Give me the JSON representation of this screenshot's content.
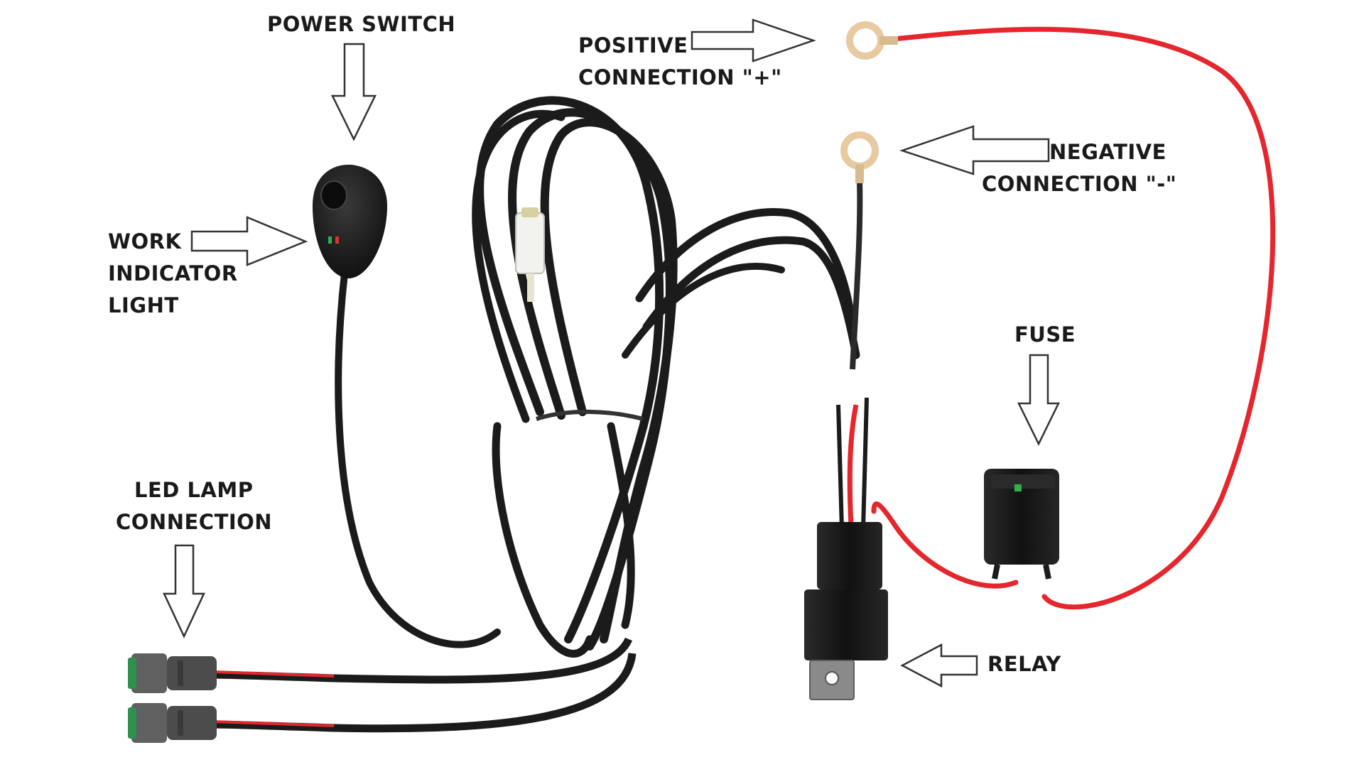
{
  "diagram": {
    "labels": {
      "power_switch": "POWER SWITCH",
      "positive_line1": "POSITIVE",
      "positive_line2": "CONNECTION \"+\"",
      "negative_line1": "NEGATIVE",
      "negative_line2": "CONNECTION \"-\"",
      "work_line1": "WORK",
      "work_line2": "INDICATOR",
      "work_line3": "LIGHT",
      "fuse": "FUSE",
      "led_line1": "LED LAMP",
      "led_line2": "CONNECTION",
      "relay": "RELAY"
    },
    "colors": {
      "wire_black": "#1b1b1b",
      "wire_red": "#e5262d",
      "ring_terminal": "#e7c9a2",
      "connector_grey": "#5b5b5b",
      "seal_green": "#2f8f4e",
      "indicator_red": "#e0302a",
      "indicator_green": "#2fb04e"
    },
    "icons": [
      "arrow-down-icon",
      "arrow-right-icon",
      "arrow-left-icon"
    ]
  }
}
